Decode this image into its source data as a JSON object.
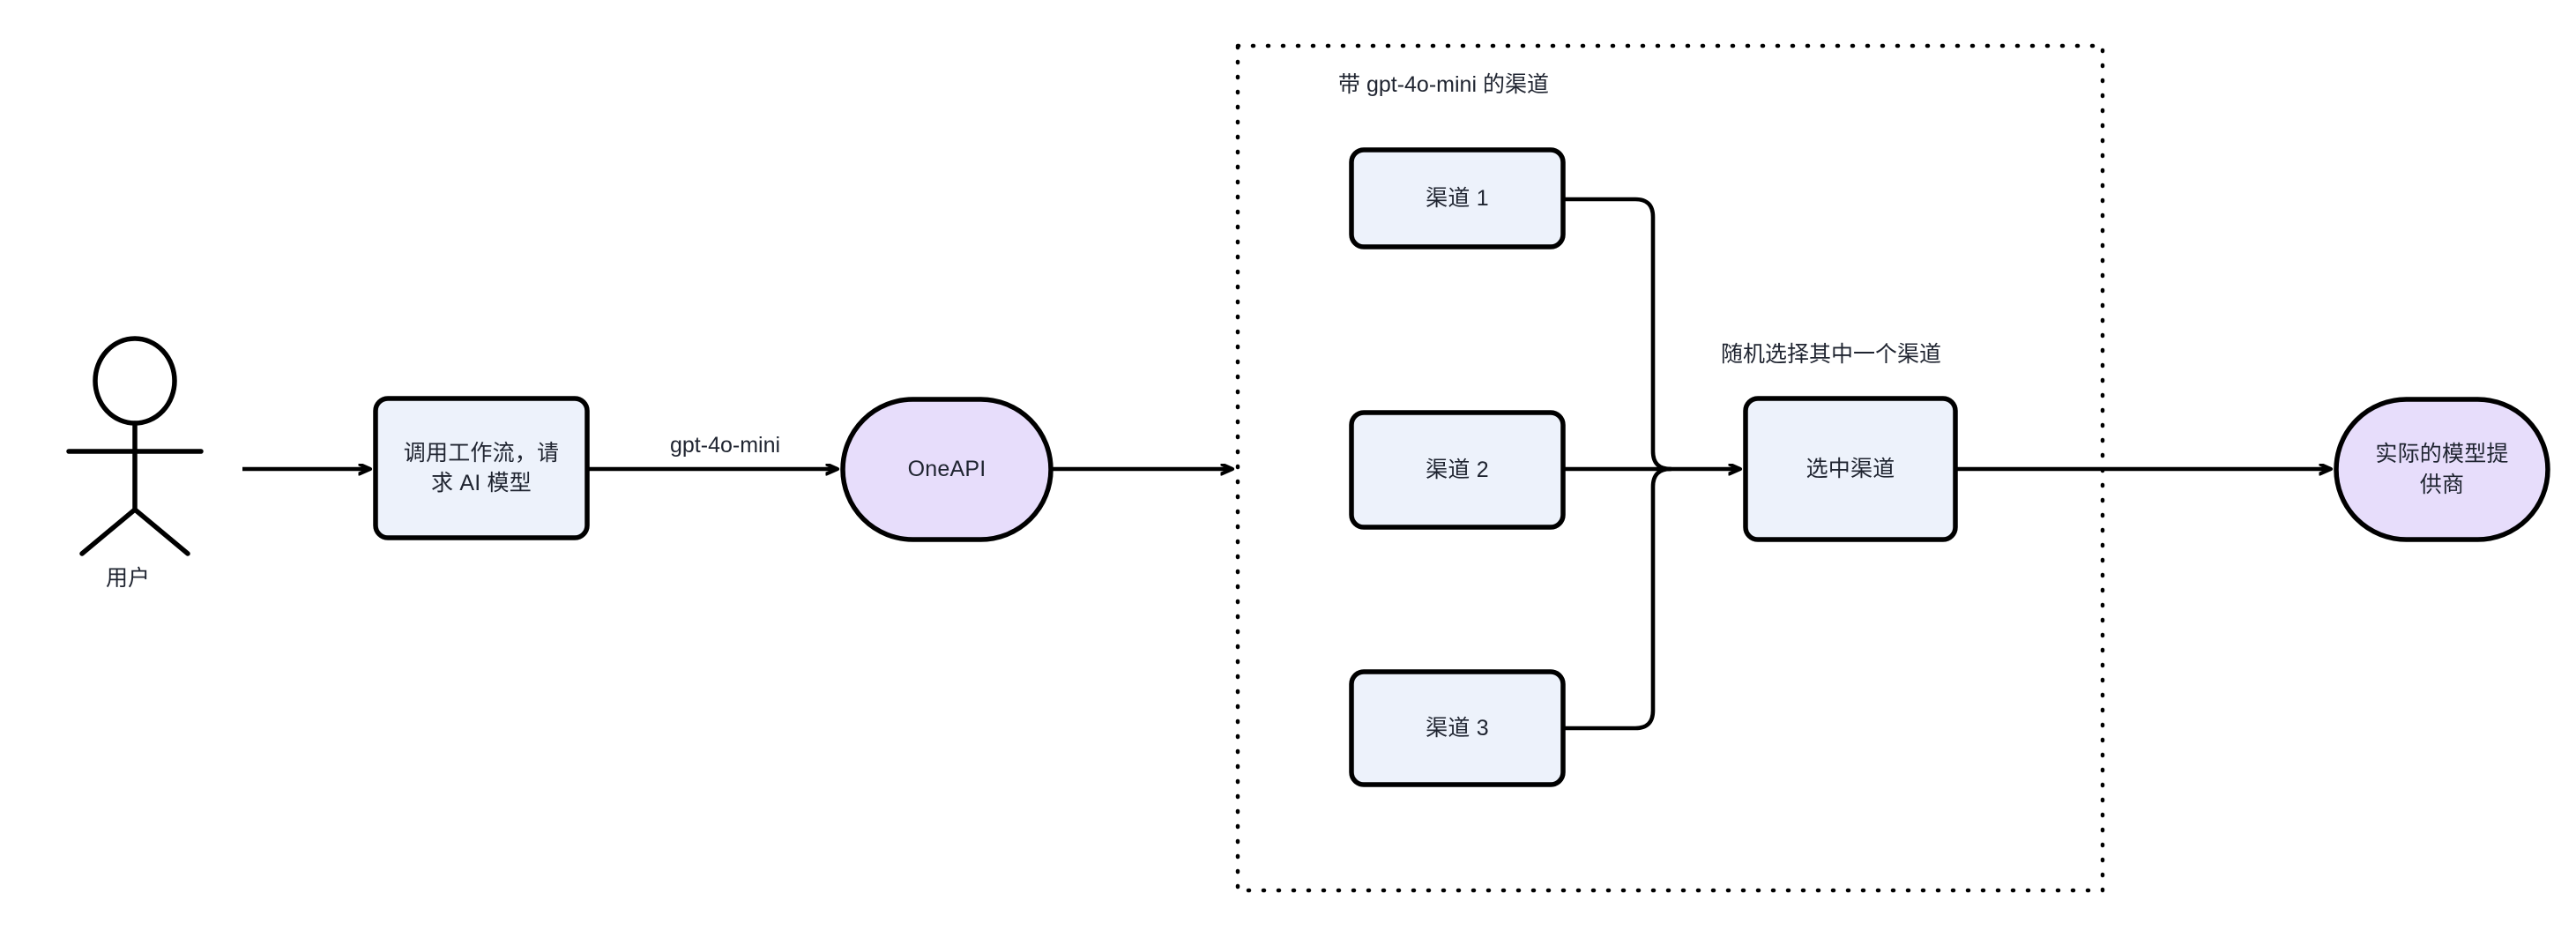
{
  "diagram": {
    "title_text": "带 gpt-4o-mini 的渠道",
    "background": "#ffffff",
    "stroke_color": "#000000",
    "text_color": "#1f2430",
    "process_fill": "#edf2fb",
    "terminator_fill": "#e7ddfb"
  },
  "actor": {
    "label": "用户"
  },
  "nodes": {
    "workflow_call": {
      "label": "调用工作流，请\n求 AI 模型",
      "shape": "rounded-rect",
      "fill": "#edf2fb"
    },
    "oneapi": {
      "label": "OneAPI",
      "shape": "stadium",
      "fill": "#e7ddfb"
    },
    "channel_1": {
      "label": "渠道 1",
      "shape": "rounded-rect",
      "fill": "#edf2fb"
    },
    "channel_2": {
      "label": "渠道 2",
      "shape": "rounded-rect",
      "fill": "#edf2fb"
    },
    "channel_3": {
      "label": "渠道 3",
      "shape": "rounded-rect",
      "fill": "#edf2fb"
    },
    "selected_channel": {
      "label": "选中渠道",
      "shape": "rounded-rect",
      "fill": "#edf2fb"
    },
    "model_provider": {
      "label": "实际的模型提\n供商",
      "shape": "stadium",
      "fill": "#e7ddfb"
    }
  },
  "edge_labels": {
    "user_to_workflow": "",
    "workflow_to_oneapi": "gpt-4o-mini",
    "merge_to_selected": "随机选择其中一个渠道"
  },
  "group": {
    "label": "带 gpt-4o-mini 的渠道",
    "border_style": "dotted"
  }
}
